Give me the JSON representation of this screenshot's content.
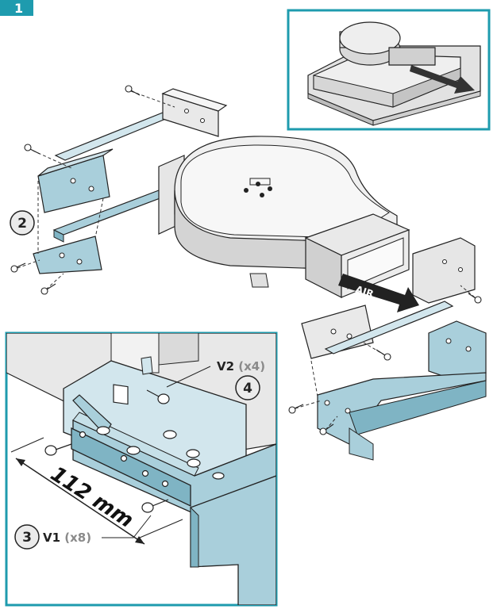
{
  "labels": {
    "step_number": "1",
    "callout_2": "2",
    "callout_3": "3",
    "callout_4": "4",
    "air_arrow": "AIR",
    "screw_v2": "V2",
    "screw_v2_qty": "(x4)",
    "screw_v1": "V1",
    "screw_v1_qty": "(x8)",
    "dimension": "112 mm"
  },
  "colors": {
    "accent": "#1e9bae",
    "bracket": "#a9cfdb",
    "bracket_dark": "#7fb4c4",
    "metal": "#e6e6e6",
    "metal_mid": "#cfcfcf",
    "outline": "#222222",
    "qty_gray": "#8a8a8a"
  },
  "icons": {
    "step_badge": "teal-square-badge",
    "arrow": "flow-arrow-icon",
    "screw": "screw-icon"
  }
}
